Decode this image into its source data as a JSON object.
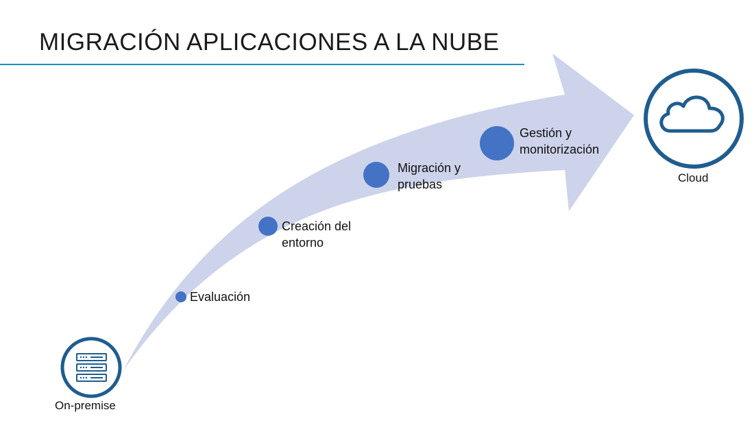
{
  "title": "MIGRACIÓN APLICACIONES A LA NUBE",
  "colors": {
    "arrow": "#cdd3ea",
    "stage_dot": "#4472c4",
    "icon_ring": "#1f5d8f",
    "title_rule": "#1f8ac0"
  },
  "source": {
    "label": "On-premise",
    "icon": "server-icon"
  },
  "target": {
    "label": "Cloud",
    "icon": "cloud-icon"
  },
  "stages": [
    {
      "label": "Evaluación"
    },
    {
      "label": "Creación del\nentorno"
    },
    {
      "label": "Migración y\npruebas"
    },
    {
      "label": "Gestión y\nmonitorización"
    }
  ]
}
